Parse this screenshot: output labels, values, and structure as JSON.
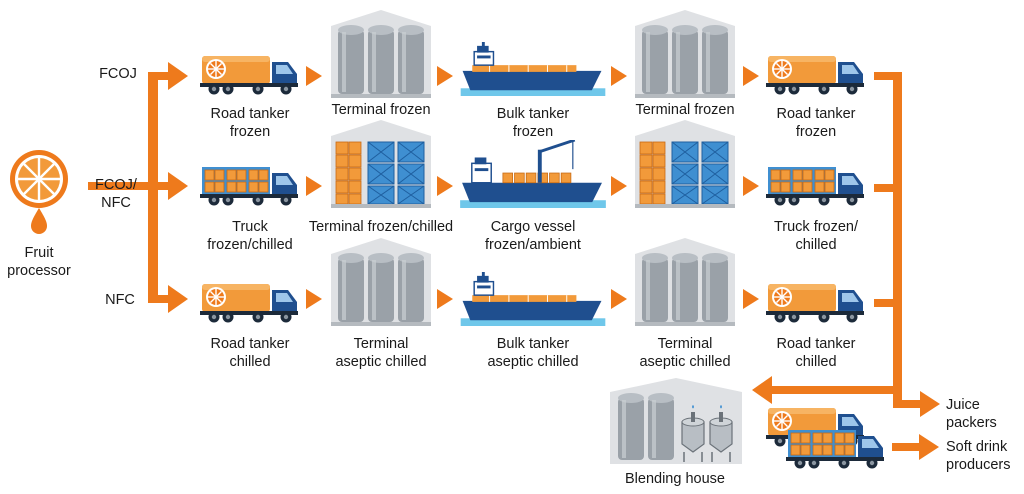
{
  "title": "",
  "colors": {
    "flow": "#ee7a1c",
    "truck_blue": "#1f4f8f",
    "tanker_orange": "#f29a3a",
    "silo_grey": "#9aa1a8",
    "building": "#dfe1e4",
    "pallet_blue": "#3f8fd1",
    "water": "#6fc7ea"
  },
  "source": {
    "label": "Fruit\nprocessor",
    "icon": "orange-slice-icon"
  },
  "rows": [
    {
      "product": "FCOJ",
      "steps": [
        {
          "label": "Road tanker\nfrozen",
          "icon": "road-tanker-icon"
        },
        {
          "label": "Terminal frozen",
          "icon": "silo-terminal-icon"
        },
        {
          "label": "Bulk tanker\nfrozen",
          "icon": "bulk-tanker-ship-icon"
        },
        {
          "label": "Terminal frozen",
          "icon": "silo-terminal-icon"
        },
        {
          "label": "Road tanker\nfrozen",
          "icon": "road-tanker-icon"
        }
      ]
    },
    {
      "product": "FCOJ/\nNFC",
      "steps": [
        {
          "label": "Truck\nfrozen/chilled",
          "icon": "pallet-truck-icon"
        },
        {
          "label": "Terminal frozen/chilled",
          "icon": "pallet-terminal-icon"
        },
        {
          "label": "Cargo vessel\nfrozen/ambient",
          "icon": "cargo-vessel-icon"
        },
        {
          "label": "",
          "icon": "pallet-terminal-icon"
        },
        {
          "label": "Truck frozen/\nchilled",
          "icon": "pallet-truck-icon"
        }
      ]
    },
    {
      "product": "NFC",
      "steps": [
        {
          "label": "Road tanker\nchilled",
          "icon": "road-tanker-icon"
        },
        {
          "label": "Terminal\naseptic chilled",
          "icon": "silo-terminal-icon"
        },
        {
          "label": "Bulk tanker\naseptic chilled",
          "icon": "bulk-tanker-ship-icon"
        },
        {
          "label": "Terminal\naseptic chilled",
          "icon": "silo-terminal-icon"
        },
        {
          "label": "Road tanker\nchilled",
          "icon": "road-tanker-icon"
        }
      ]
    }
  ],
  "blending": {
    "label": "Blending house",
    "icon": "blending-house-icon"
  },
  "outputs": [
    {
      "label": "Juice\npackers"
    },
    {
      "label": "Soft drink\nproducers"
    }
  ]
}
